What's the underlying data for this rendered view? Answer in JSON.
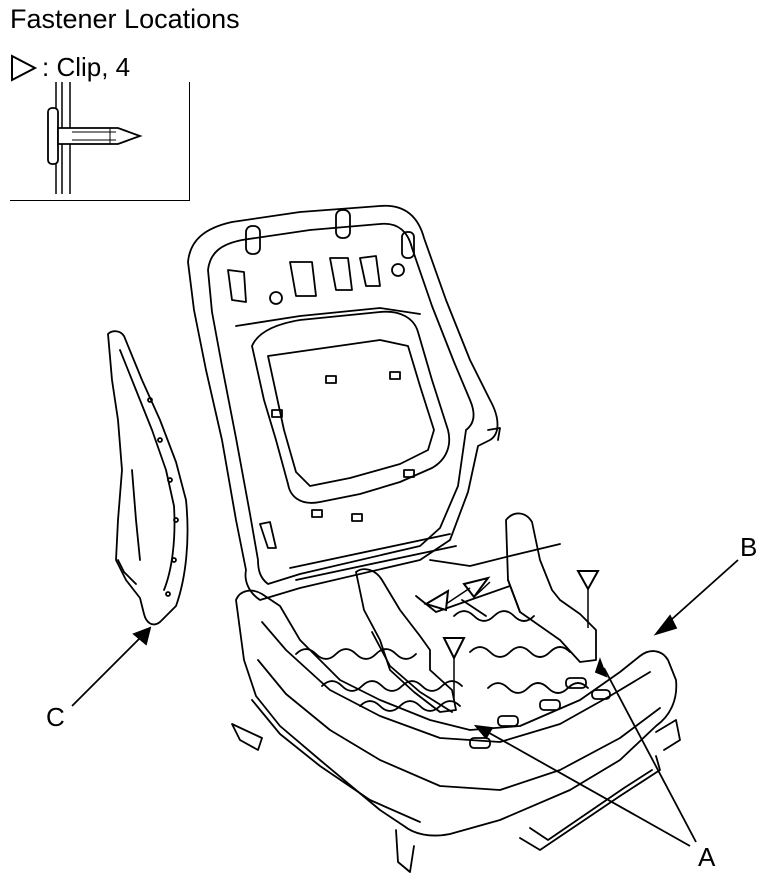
{
  "title": "Fastener Locations",
  "legend": {
    "symbol": "triangle-marker-icon",
    "text": ": Clip, 4"
  },
  "callouts": {
    "a": "A",
    "b": "B",
    "c": "C"
  },
  "colors": {
    "line": "#000000",
    "background": "#ffffff"
  }
}
